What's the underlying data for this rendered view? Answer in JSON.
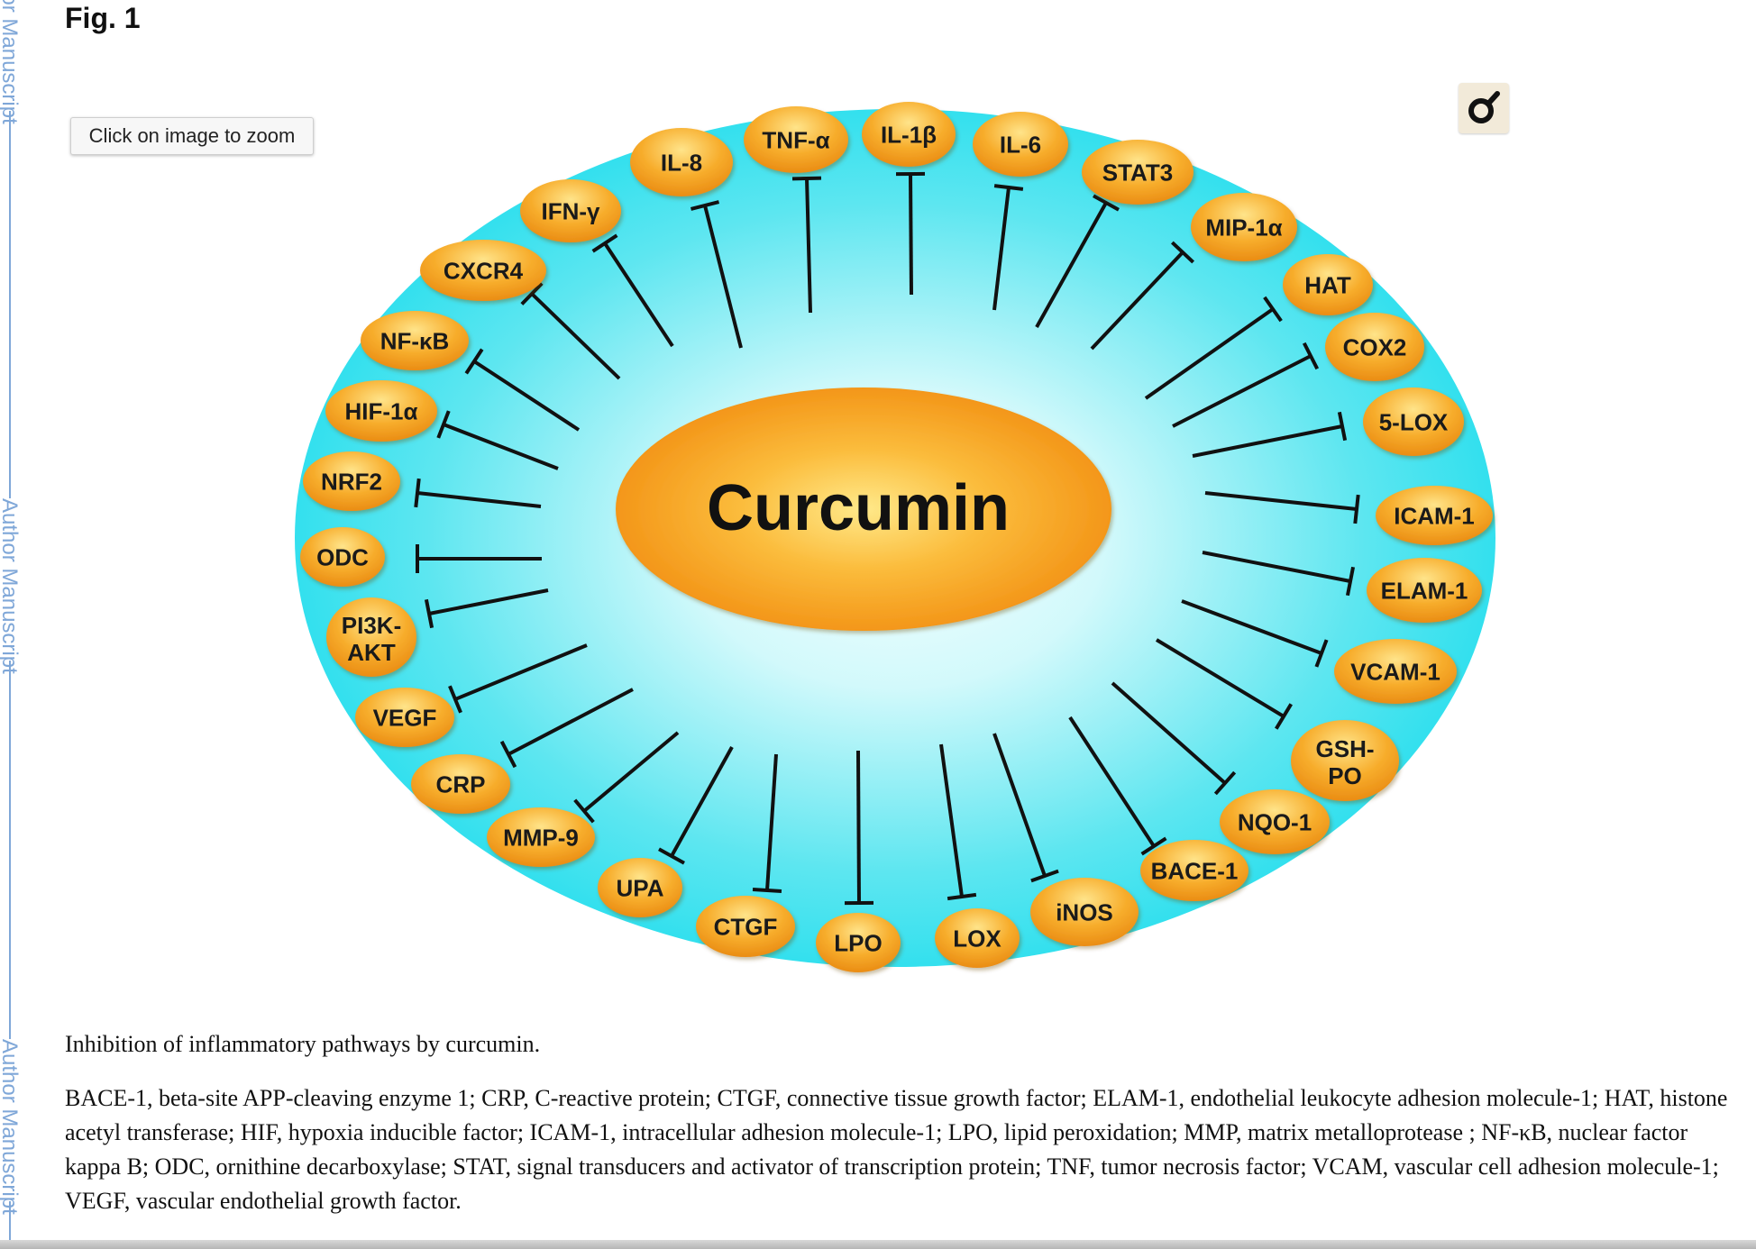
{
  "side_label": "Author Manuscript",
  "figure_title": "Fig. 1",
  "zoom_button_label": "Click on image to zoom",
  "center_label": "Curcumin",
  "colors": {
    "outer_cyan": "#33e0ee",
    "inner_glow": "#f4ffff",
    "node_orange": "#f39a1e",
    "node_highlight": "#ffe48a",
    "side_blue": "#7fa7d8"
  },
  "targets": [
    "IL-8",
    "TNF-α",
    "IL-1β",
    "IL-6",
    "STAT3",
    "MIP-1α",
    "HAT",
    "COX2",
    "5-LOX",
    "ICAM-1",
    "ELAM-1",
    "VCAM-1",
    "GSH-PO",
    "NQO-1",
    "BACE-1",
    "iNOS",
    "LOX",
    "LPO",
    "CTGF",
    "UPA",
    "MMP-9",
    "CRP",
    "VEGF",
    "PI3K-AKT",
    "ODC",
    "NRF2",
    "HIF-1α",
    "NF-κB",
    "CXCR4",
    "IFN-γ"
  ],
  "caption": {
    "title": "Inhibition of inflammatory pathways by curcumin.",
    "body": "BACE-1, beta-site APP-cleaving enzyme 1; CRP, C-reactive protein; CTGF, connective tissue growth factor; ELAM-1, endothelial leukocyte adhesion molecule-1; HAT, histone acetyl transferase; HIF, hypoxia inducible factor; ICAM-1, intracellular adhesion molecule-1; LPO, lipid peroxidation; MMP, matrix metalloprotease ; NF-κB, nuclear factor kappa B; ODC, ornithine decarboxylase; STAT, signal transducers and activator of transcription protein; TNF, tumor necrosis factor; VCAM, vascular cell adhesion molecule-1; VEGF, vascular endothelial growth factor."
  }
}
